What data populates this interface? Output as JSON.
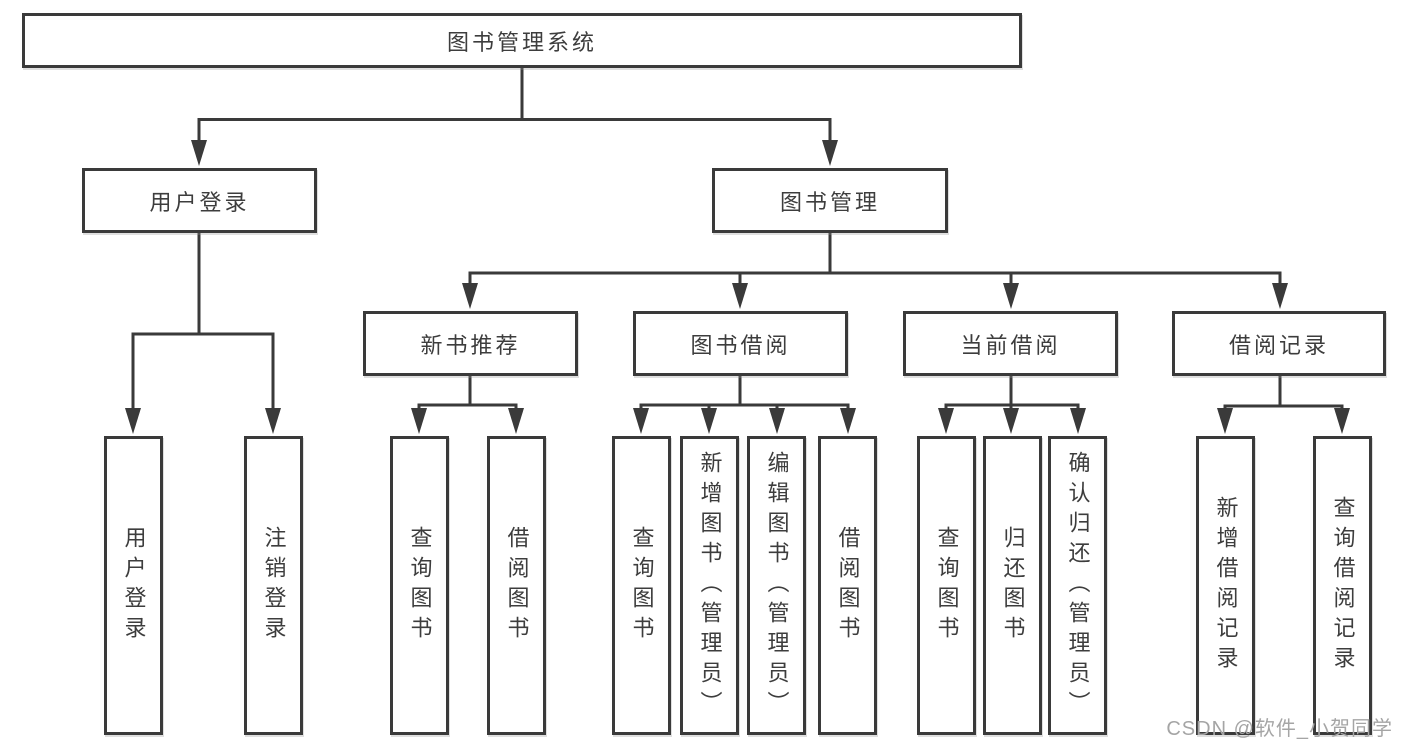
{
  "tree": {
    "label": "图书管理系统",
    "children": [
      {
        "label": "用户登录",
        "children": [
          {
            "label": "用户登录"
          },
          {
            "label": "注销登录"
          }
        ]
      },
      {
        "label": "图书管理",
        "children": [
          {
            "label": "新书推荐",
            "children": [
              {
                "label": "查询图书"
              },
              {
                "label": "借阅图书"
              }
            ]
          },
          {
            "label": "图书借阅",
            "children": [
              {
                "label": "查询图书"
              },
              {
                "label": "新增图书（管理员）"
              },
              {
                "label": "编辑图书（管理员）"
              },
              {
                "label": "借阅图书"
              }
            ]
          },
          {
            "label": "当前借阅",
            "children": [
              {
                "label": "查询图书"
              },
              {
                "label": "归还图书"
              },
              {
                "label": "确认归还（管理员）"
              }
            ]
          },
          {
            "label": "借阅记录",
            "children": [
              {
                "label": "新增借阅记录"
              },
              {
                "label": "查询借阅记录"
              }
            ]
          }
        ]
      }
    ]
  },
  "watermark": "CSDN @软件_小贺同学",
  "colors": {
    "line": "#3a3a3a",
    "text": "#3d3d3d",
    "watermark": "#a5a5a5",
    "background": "#ffffff"
  }
}
